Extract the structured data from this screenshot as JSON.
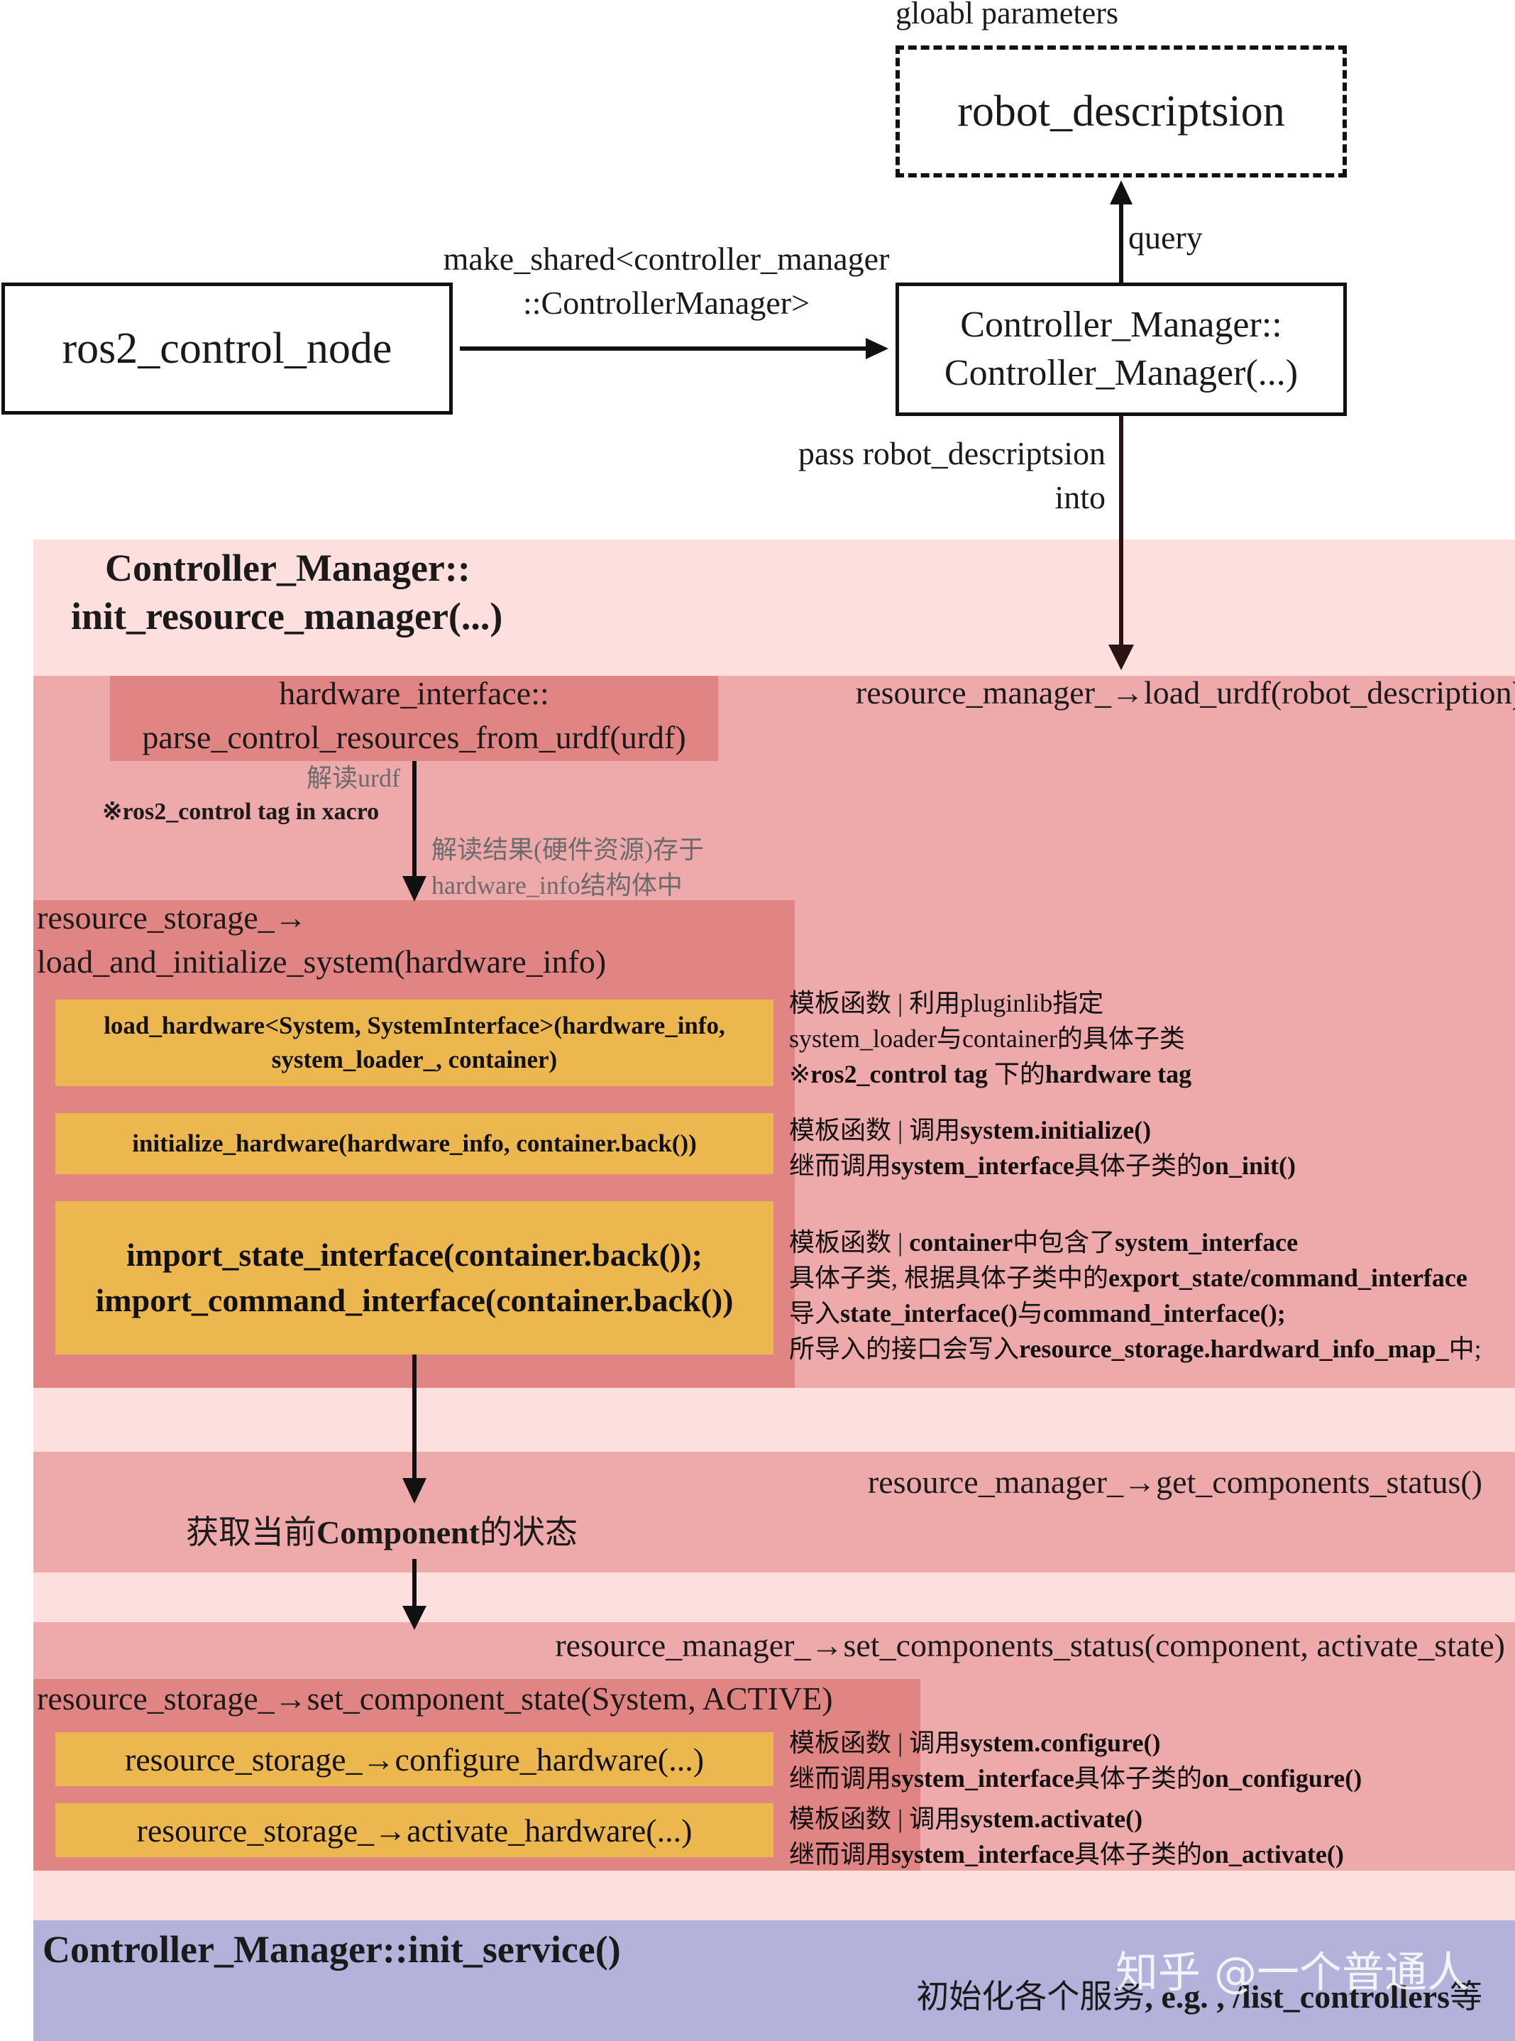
{
  "top": {
    "global_label": "gloabl parameters",
    "robot_desc_box": "robot_descriptsion",
    "query_label": "query",
    "node_box": "ros2_control_node",
    "make_shared_line1": "make_shared<controller_manager",
    "make_shared_line2": "::ControllerManager>",
    "cm_box_line1": "Controller_Manager::",
    "cm_box_line2": "Controller_Manager(...)",
    "pass_line1": "pass robot_descriptsion",
    "pass_line2": "into"
  },
  "init_rm": {
    "title_line1": "Controller_Manager::",
    "title_line2": "init_resource_manager(...)",
    "load_urdf": "resource_manager_→load_urdf(robot_description)",
    "parse_line1": "hardware_interface::",
    "parse_line2": "parse_control_resources_from_urdf(urdf)",
    "parse_note": "解读urdf",
    "tag_note": "※ros2_control tag in xacro",
    "result_note_line1": "解读结果(硬件资源)存于",
    "result_note_line2": "hardware_info结构体中",
    "storage_line1": "resource_storage_→",
    "storage_line2": "load_and_initialize_system(hardware_info)",
    "load_hw_line1": "load_hardware<System, SystemInterface>(hardware_info,",
    "load_hw_line2": "system_loader_,  container)",
    "init_hw": "initialize_hardware(hardware_info, container.back())",
    "import_line1": "import_state_interface(container.back());",
    "import_line2": "import_command_interface(container.back())",
    "note1": {
      "l1": "模板函数 | 利用pluginlib指定",
      "l2": "system_loader与container的具体子类",
      "l3a": "※",
      "l3b": "ros2_control tag",
      "l3c": " 下的",
      "l3d": "hardware tag"
    },
    "note2": {
      "l1a": "模板函数 | 调用",
      "l1b": "system.initialize()",
      "l2a": "继而调用",
      "l2b": "system_interface",
      "l2c": "具体子类的",
      "l2d": "on_init()"
    },
    "note3": {
      "l1a": "模板函数 | ",
      "l1b": "container",
      "l1c": "中包含了",
      "l1d": "system_interface",
      "l2a": "具体子类, 根据具体子类中的",
      "l2b": "export_state/command_interface",
      "l3a": "导入",
      "l3b": "state_interface()",
      "l3c": "与",
      "l3d": "command_interface();",
      "l4a": "所导入的接口会写入",
      "l4b": "resource_storage.hardward_info_map_",
      "l4c": "中;"
    }
  },
  "status": {
    "get_status": "resource_manager_→get_components_status()",
    "current_state_a": "获取当前",
    "current_state_b": "Component",
    "current_state_c": "的状态"
  },
  "set_status": {
    "set_components": "resource_manager_→set_components_status(component, activate_state)",
    "set_state": "resource_storage_→set_component_state(System, ACTIVE)",
    "configure": "resource_storage_→configure_hardware(...)",
    "activate": "resource_storage_→activate_hardware(...)",
    "note_cfg": {
      "l1a": "模板函数 | 调用",
      "l1b": "system.configure()",
      "l2a": "继而调用",
      "l2b": "system_interface",
      "l2c": "具体子类的",
      "l2d": "on_configure()"
    },
    "note_act": {
      "l1a": "模板函数 | 调用",
      "l1b": "system.activate()",
      "l2a": "继而调用",
      "l2b": "system_interface",
      "l2c": "具体子类的",
      "l2d": "on_activate()"
    }
  },
  "service": {
    "title": "Controller_Manager::init_service()",
    "desc_a": "初始化各个服务",
    "desc_b": ", e.g. , /list_controllers",
    "desc_c": "等"
  },
  "watermark": "知乎 @一个普通人",
  "colors": {
    "light_pink": "#fde0de",
    "pink": "#eeaaab",
    "dark_pink": "#e08484",
    "orange": "#ecb74e",
    "lavender": "#b2b2db",
    "arrow_dark": "#2a1414"
  }
}
